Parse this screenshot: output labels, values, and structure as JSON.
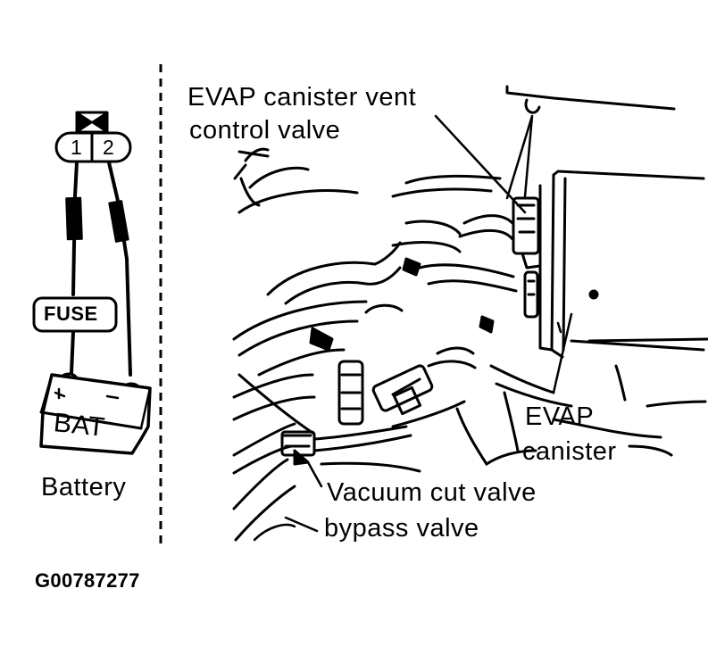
{
  "battery_panel": {
    "connector_pins": [
      "1",
      "2"
    ],
    "fuse_label": "FUSE",
    "battery_case_label": "BAT",
    "caption": "Battery"
  },
  "labels": {
    "vent_valve_line1": "EVAP canister vent",
    "vent_valve_line2": "control valve",
    "canister_line1": "EVAP",
    "canister_line2": "canister",
    "vacuum_cut_valve": "Vacuum cut valve",
    "bypass_valve": "bypass valve"
  },
  "figure_id": "G00787277"
}
